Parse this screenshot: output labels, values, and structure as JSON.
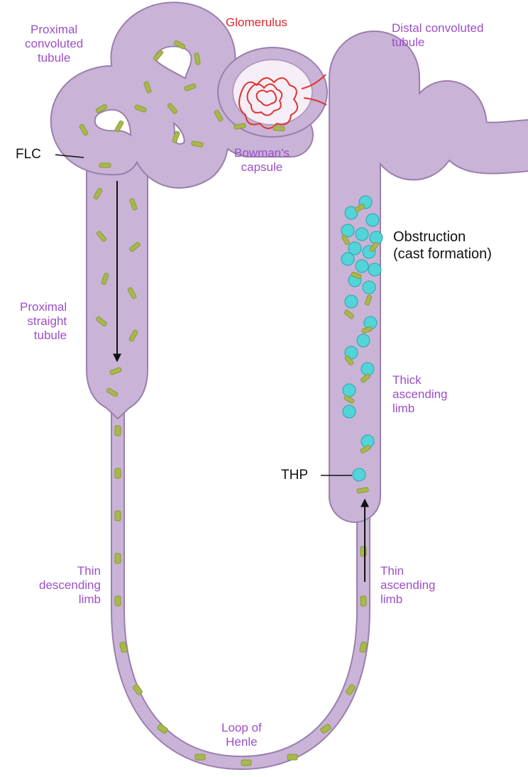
{
  "labels": {
    "proximal_convoluted_tubule": "Proximal\nconvoluted\ntubule",
    "glomerulus": "Glomerulus",
    "distal_convoluted_tubule": "Distal convoluted\ntubule",
    "flc": "FLC",
    "bowmans_capsule": "Bowman's\ncapsule",
    "obstruction": "Obstruction\n(cast formation)",
    "proximal_straight_tubule": "Proximal\nstraight\ntubule",
    "thick_ascending_limb": "Thick\nascending\nlimb",
    "thp": "THP",
    "thin_descending_limb": "Thin\ndescending\nlimb",
    "thin_ascending_limb": "Thin\nascending\nlimb",
    "loop_of_henle": "Loop of\nHenle"
  },
  "colors": {
    "tubule_fill": "#c9b3d6",
    "tubule_edge": "#9a7fae",
    "flc_green": "#a8b84a",
    "thp_cyan": "#52d4d8",
    "glomerulus_red": "#e0332f",
    "label_purple": "#9b4fc8",
    "label_red": "#e2262b",
    "label_black": "#111111"
  }
}
